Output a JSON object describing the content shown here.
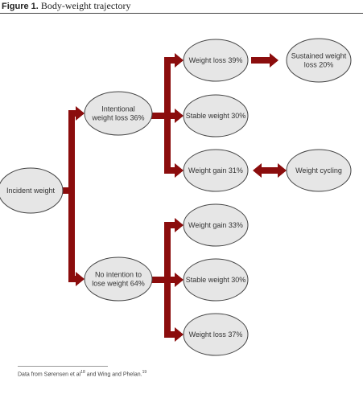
{
  "figure": {
    "label": "Figure 1.",
    "title": "Body-weight trajectory"
  },
  "colors": {
    "arrow": "#8b0d0d",
    "node_fill": "#e6e6e6",
    "node_stroke": "#444444"
  },
  "nodes": {
    "incident": {
      "lines": [
        "Incident weight"
      ]
    },
    "intentional": {
      "lines": [
        "Intentional",
        "weight loss   36%"
      ]
    },
    "no_intention": {
      "lines": [
        "No intention to",
        "lose weight   64%"
      ]
    },
    "int_loss": {
      "lines": [
        "Weight loss  39%"
      ]
    },
    "int_stable": {
      "lines": [
        "Stable weight  30%"
      ]
    },
    "int_gain": {
      "lines": [
        "Weight gain  31%"
      ]
    },
    "sustained": {
      "lines": [
        "Sustained weight",
        "loss  20%"
      ]
    },
    "cycling": {
      "lines": [
        "Weight cycling"
      ]
    },
    "noint_gain": {
      "lines": [
        "Weight gain  33%"
      ]
    },
    "noint_stable": {
      "lines": [
        "Stable weight  30%"
      ]
    },
    "noint_loss": {
      "lines": [
        "Weight loss  37%"
      ]
    }
  },
  "footnote": {
    "text1": "Data from Sørensen et al",
    "ref1": "18",
    "text2": " and Wing and Phelan.",
    "ref2": "19"
  }
}
